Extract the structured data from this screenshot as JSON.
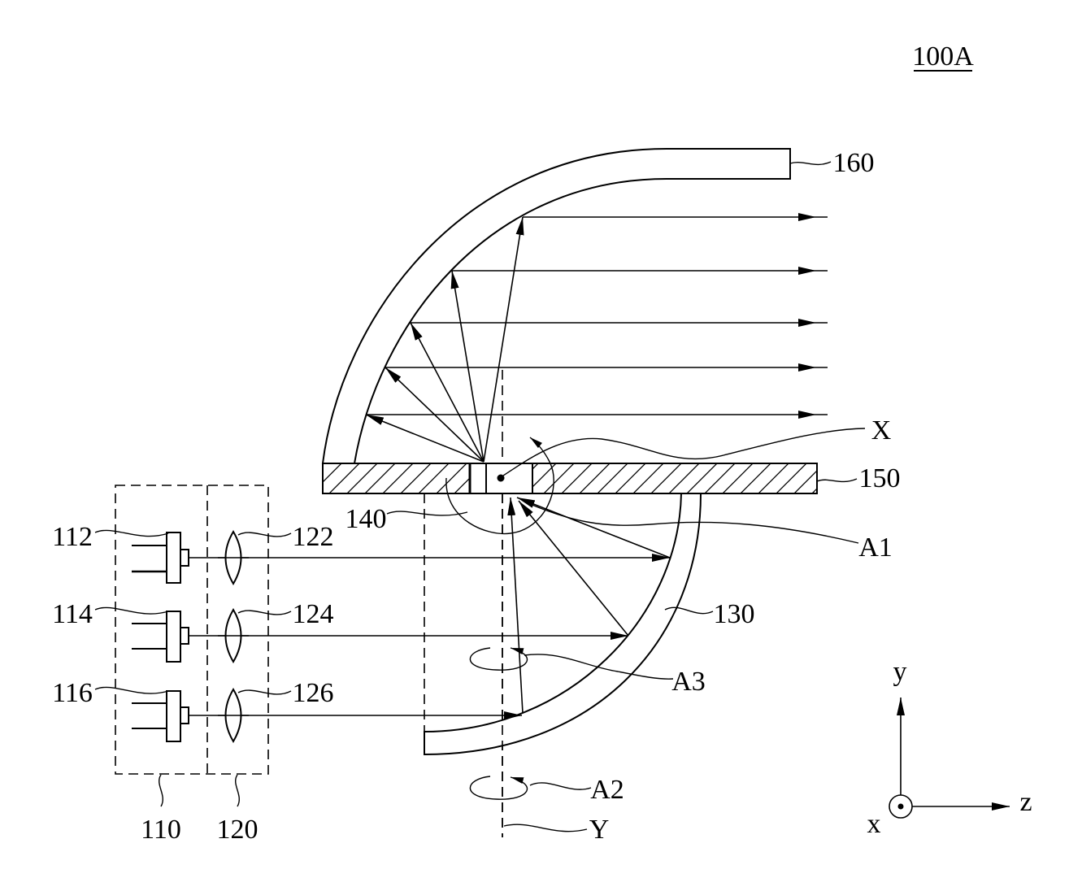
{
  "figure_label": "100A",
  "callouts": {
    "upper_reflector": "160",
    "rotation_axis_x": "X",
    "plate": "150",
    "mirror": "140",
    "rotation_a1": "A1",
    "light_source_1": "112",
    "lens_1": "122",
    "light_source_2": "114",
    "lens_2": "124",
    "lower_reflector": "130",
    "rotation_a3": "A3",
    "light_source_3": "116",
    "lens_3": "126",
    "rotation_a2": "A2",
    "light_source_group": "110",
    "lens_group": "120",
    "rotation_axis_y": "Y"
  },
  "coordinate_axes": {
    "vertical": "y",
    "horizontal": "z",
    "out_of_plane": "x"
  },
  "colors": {
    "line": "#000000",
    "background": "#ffffff"
  }
}
